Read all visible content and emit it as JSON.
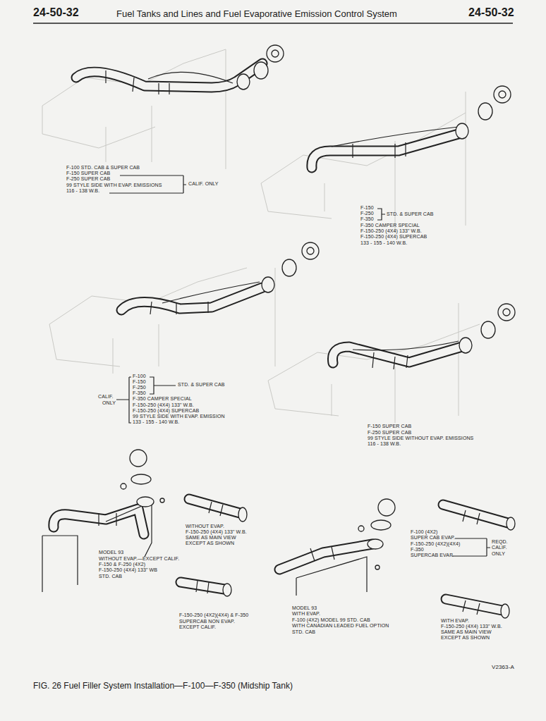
{
  "diagram": {
    "title": "Fuel Tanks and Lines and Fuel Evaporative Emission Control System",
    "caption": "FIG. 26 Fuel Filler System Installation—F-100—F-350 (Midship Tank)",
    "labels": [
      "24-50-32",
      "24-50-32",
      "F-100 STD. CAB & SUPER CAB",
      "F-150 SUPER CAB",
      "F-250 SUPER CAB",
      "99 STYLE SIDE WITH EVAP. EMISSIONS",
      "116 - 138 W.B.",
      "CALIF. ONLY",
      "F-150",
      "F-250",
      "F-350",
      "STD. & SUPER CAB",
      "F-350 CAMPER SPECIAL",
      "F-150-250 (4X4) 133\" W.B.",
      "F-150-250 (4X4) SUPERCAB",
      "133 - 155 - 140 W.B.",
      "F-100",
      "F-150",
      "F-250",
      "F-350",
      "STD. & SUPER CAB",
      "F-350 CAMPER SPECIAL",
      "F-150-250 (4X4) 133\" W.B.",
      "F-150-250 (4X4) SUPERCAB",
      "99 STYLE SIDE WITH EVAP. EMISSION",
      "133 - 155 - 140 W.B.",
      "CALIF.",
      "ONLY",
      "F-150 SUPER CAB",
      "F-250 SUPER CAB",
      "99 STYLE SIDE WITHOUT EVAP. EMISSIONS",
      "116 - 138 W.B.",
      "WITHOUT EVAP.",
      "F-150-250 (4X4) 133\" W.B.",
      "SAME AS MAIN VIEW",
      "EXCEPT AS SHOWN",
      "MODEL 93",
      "WITHOUT EVAP.—EXCEPT CALIF.",
      "F-150 & F-250 (4X2)",
      "F-150-250 (4X4) 133\" WB",
      "STD. CAB",
      "F-150-250 (4X2)(4X4) & F-350",
      "SUPERCAB NON EVAP.",
      "EXCEPT CALIF.",
      "MODEL 93",
      "WITH EVAP.",
      "F-100 (4X2) MODEL 99 STD. CAB",
      "WITH CANADIAN LEADED FUEL OPTION",
      "STD. CAB",
      "F-100 (4X2)",
      "SUPER CAB EVAP.",
      "F-150-250 (4X2)(4X4)",
      "F-350",
      "SUPERCAB EVAP.",
      "REQD.",
      "CALIF.",
      "ONLY",
      "WITH EVAP.",
      "F-150-250 (4X4) 133\" W.B.",
      "SAME AS MAIN VIEW",
      "EXCEPT AS SHOWN",
      "V2363-A"
    ]
  }
}
